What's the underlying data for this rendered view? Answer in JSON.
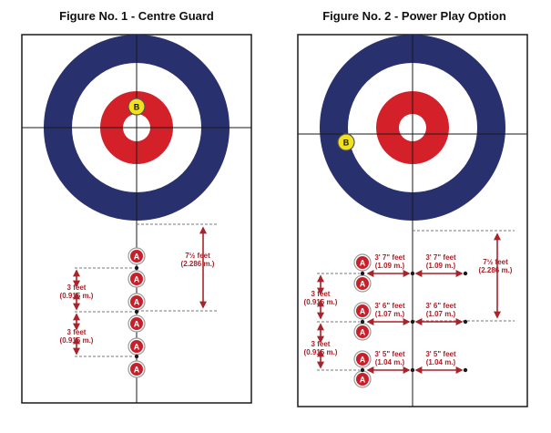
{
  "figures": [
    {
      "title": "Figure No. 1 - Centre Guard"
    },
    {
      "title": "Figure No. 2 - Power Play Option"
    }
  ],
  "stone_labels": {
    "button_stone": "B",
    "opponent_stone": "A"
  },
  "measurements": {
    "seven_half_feet": {
      "line1": "7½ feet",
      "line2": "(2.286 m.)"
    },
    "three_feet": {
      "line1": "3 feet",
      "line2": "(0.915 m.)"
    },
    "three_7": {
      "line1": "3' 7\" feet",
      "line2": "(1.09 m.)"
    },
    "three_6": {
      "line1": "3' 6\" feet",
      "line2": "(1.07 m.)"
    },
    "three_5": {
      "line1": "3' 5\" feet",
      "line2": "(1.04 m.)"
    }
  },
  "colors": {
    "ring_blue": "#28306e",
    "ring_red": "#d42028",
    "measure_red": "#a8232a",
    "stone_yellow": "#f2e21e",
    "stone_red": "#c8202a",
    "line": "#1a1a1a",
    "dash": "#777777"
  }
}
